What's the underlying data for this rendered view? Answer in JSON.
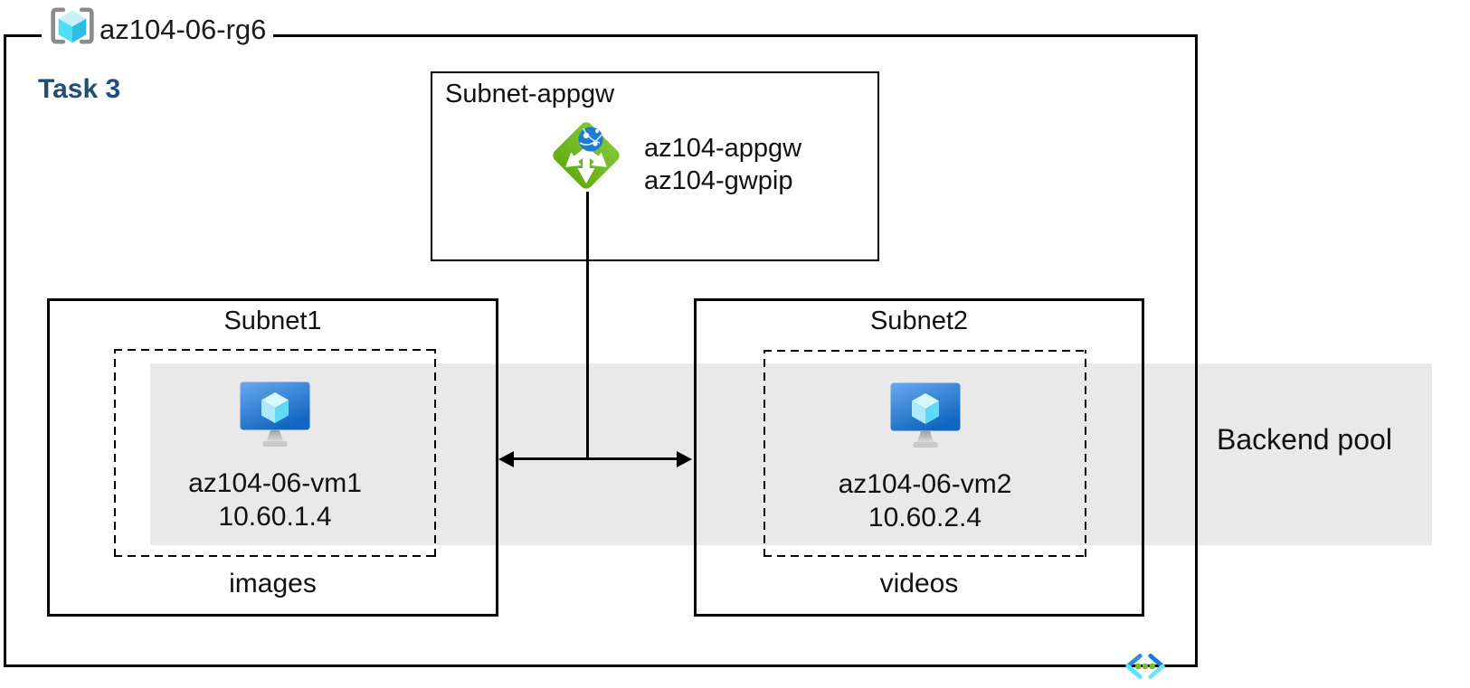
{
  "diagram": {
    "resource_group": {
      "name": "az104-06-rg6",
      "task_label": "Task 3"
    },
    "appgw_subnet": {
      "title": "Subnet-appgw",
      "gateway_name": "az104-appgw",
      "public_ip_name": "az104-gwpip"
    },
    "subnet1": {
      "title": "Subnet1",
      "vm_name": "az104-06-vm1",
      "vm_ip": "10.60.1.4",
      "storage_label": "images"
    },
    "subnet2": {
      "title": "Subnet2",
      "vm_name": "az104-06-vm2",
      "vm_ip": "10.60.2.4",
      "storage_label": "videos"
    },
    "backend_pool_label": "Backend pool",
    "icons": {
      "resource_group": "resource-group-icon",
      "application_gateway": "application-gateway-icon",
      "virtual_machine": "virtual-machine-icon",
      "virtual_network": "virtual-network-icon"
    },
    "colors": {
      "task_text": "#1F4E79",
      "backend_band": "#E9E9E9",
      "appgw_green": "#72BB24",
      "globe_blue": "#1B7CD4",
      "vm_screen_blue": "#1668C0",
      "cube_cyan": "#50E6FF",
      "vnet_dot_green": "#76BC2D",
      "bracket_gray": "#8C8C8C",
      "line_black": "#000000"
    }
  }
}
